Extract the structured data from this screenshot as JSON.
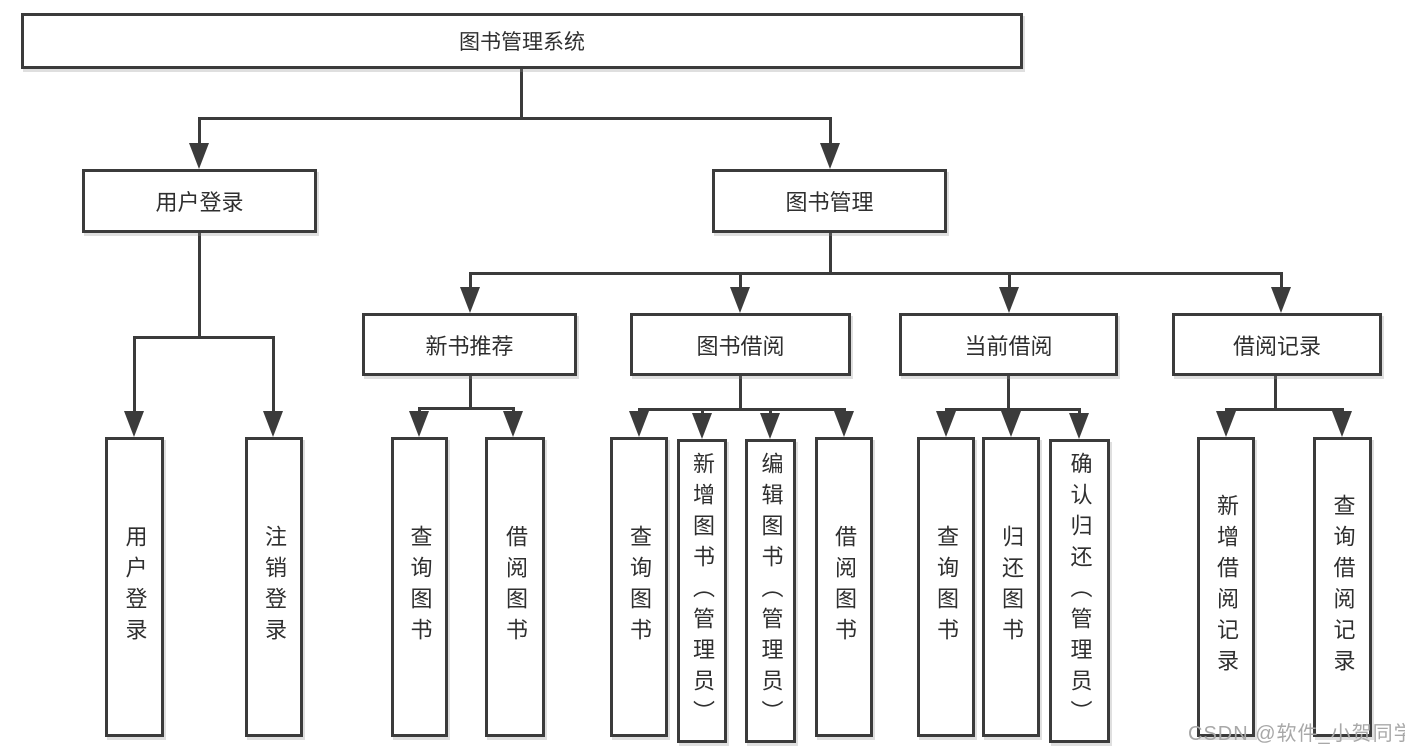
{
  "diagram": {
    "root": {
      "label": "图书管理系统"
    },
    "branches": [
      {
        "label": "用户登录",
        "children": [
          {
            "label": "用户登录"
          },
          {
            "label": "注销登录"
          }
        ]
      },
      {
        "label": "图书管理",
        "children": [
          {
            "label": "新书推荐",
            "children": [
              {
                "label": "查询图书"
              },
              {
                "label": "借阅图书"
              }
            ]
          },
          {
            "label": "图书借阅",
            "children": [
              {
                "label": "查询图书"
              },
              {
                "label": "新增图书（管理员）"
              },
              {
                "label": "编辑图书（管理员）"
              },
              {
                "label": "借阅图书"
              }
            ]
          },
          {
            "label": "当前借阅",
            "children": [
              {
                "label": "查询图书"
              },
              {
                "label": "归还图书"
              },
              {
                "label": "确认归还（管理员）"
              }
            ]
          },
          {
            "label": "借阅记录",
            "children": [
              {
                "label": "新增借阅记录"
              },
              {
                "label": "查询借阅记录"
              }
            ]
          }
        ]
      }
    ],
    "watermark": "CSDN @软件_小贺同学",
    "colors": {
      "line": "#3b3b3b",
      "text": "#2f2f2f",
      "watermark": "#a8a8a8",
      "background": "#ffffff"
    }
  }
}
